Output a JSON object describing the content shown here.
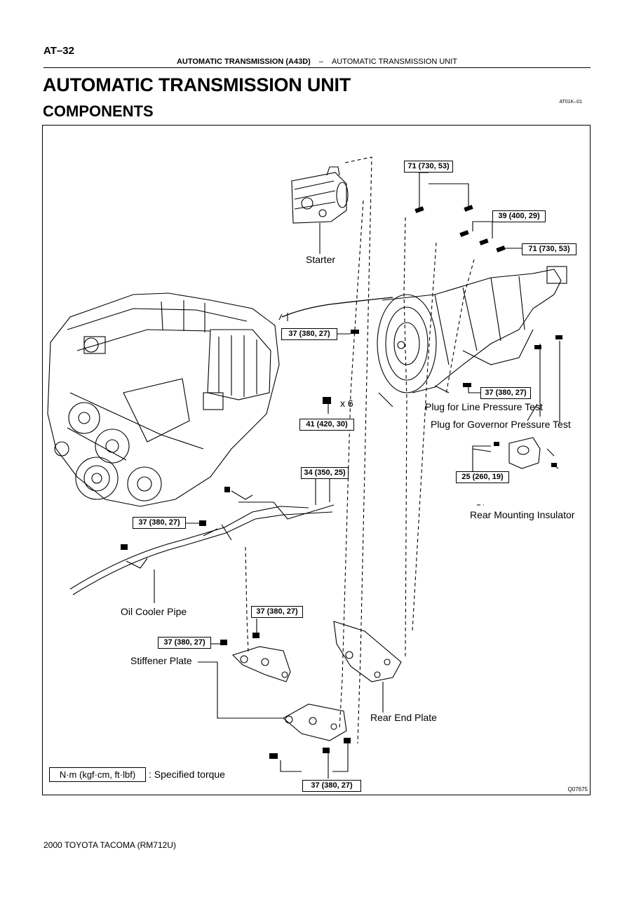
{
  "header": {
    "page_number": "AT–32",
    "section": "AUTOMATIC TRANSMISSION (A43D)",
    "separator": "–",
    "subsection": "AUTOMATIC TRANSMISSION UNIT",
    "doc_code": "AT01K–01"
  },
  "title": "AUTOMATIC TRANSMISSION UNIT",
  "section_title": "COMPONENTS",
  "diagram": {
    "figure_code": "Q07675",
    "labels": {
      "starter": "Starter",
      "plug_line": "Plug for Line Pressure Test",
      "plug_governor": "Plug for Governor Pressure Test",
      "rear_mount": "Rear Mounting Insulator",
      "oil_cooler": "Oil Cooler Pipe",
      "stiffener": "Stiffener Plate",
      "rear_end": "Rear End Plate",
      "x6": "x 6"
    },
    "torques": {
      "t71a": "71 (730, 53)",
      "t39": "39 (400, 29)",
      "t71b": "71 (730, 53)",
      "t37a": "37 (380, 27)",
      "t37b": "37 (380, 27)",
      "t41": "41 (420, 30)",
      "t34": "34 (350, 25)",
      "t25": "25 (260, 19)",
      "t37c": "37 (380, 27)",
      "t37d": "37 (380, 27)",
      "t37e": "37 (380, 27)",
      "t37f": "37 (380, 27)"
    },
    "legend": {
      "unit": "N·m (kgf·cm, ft·lbf)",
      "text": ": Specified torque"
    }
  },
  "footer": "2000 TOYOTA TACOMA   (RM712U)"
}
